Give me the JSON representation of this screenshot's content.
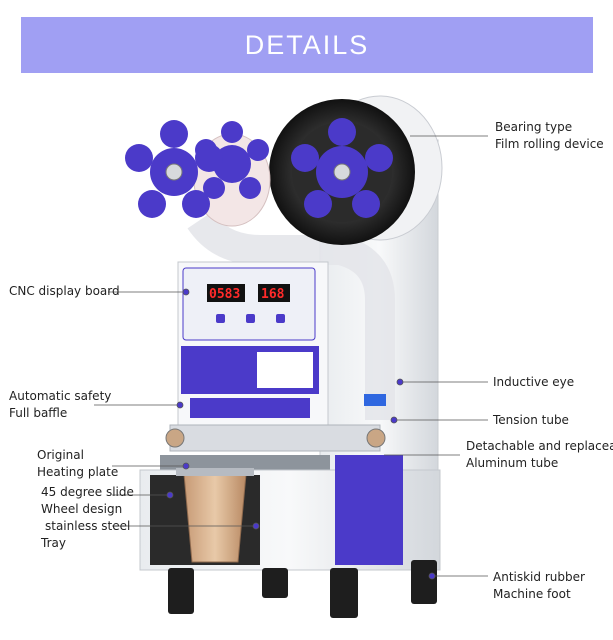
{
  "banner": {
    "title": "DETAILS"
  },
  "colors": {
    "banner_bg": "#a09ff3",
    "accent_purple": "#4b3ac9",
    "display_red": "#ff2a2a"
  },
  "display": {
    "left_value": "0583",
    "right_value": "168"
  },
  "labels": {
    "bearing": [
      "Bearing type",
      "Film rolling device"
    ],
    "cnc": [
      "CNC display board"
    ],
    "baffle": [
      "Automatic safety",
      "Full baffle"
    ],
    "heating": [
      "Original",
      "Heating plate"
    ],
    "slide": [
      "45 degree slide",
      "Wheel design",
      "stainless steel",
      "Tray"
    ],
    "inductive": [
      "Inductive eye"
    ],
    "tension": [
      "Tension tube"
    ],
    "aluminum": [
      "Detachable and replaceable",
      "Aluminum tube"
    ],
    "foot": [
      "Antiskid rubber",
      "Machine foot"
    ]
  }
}
